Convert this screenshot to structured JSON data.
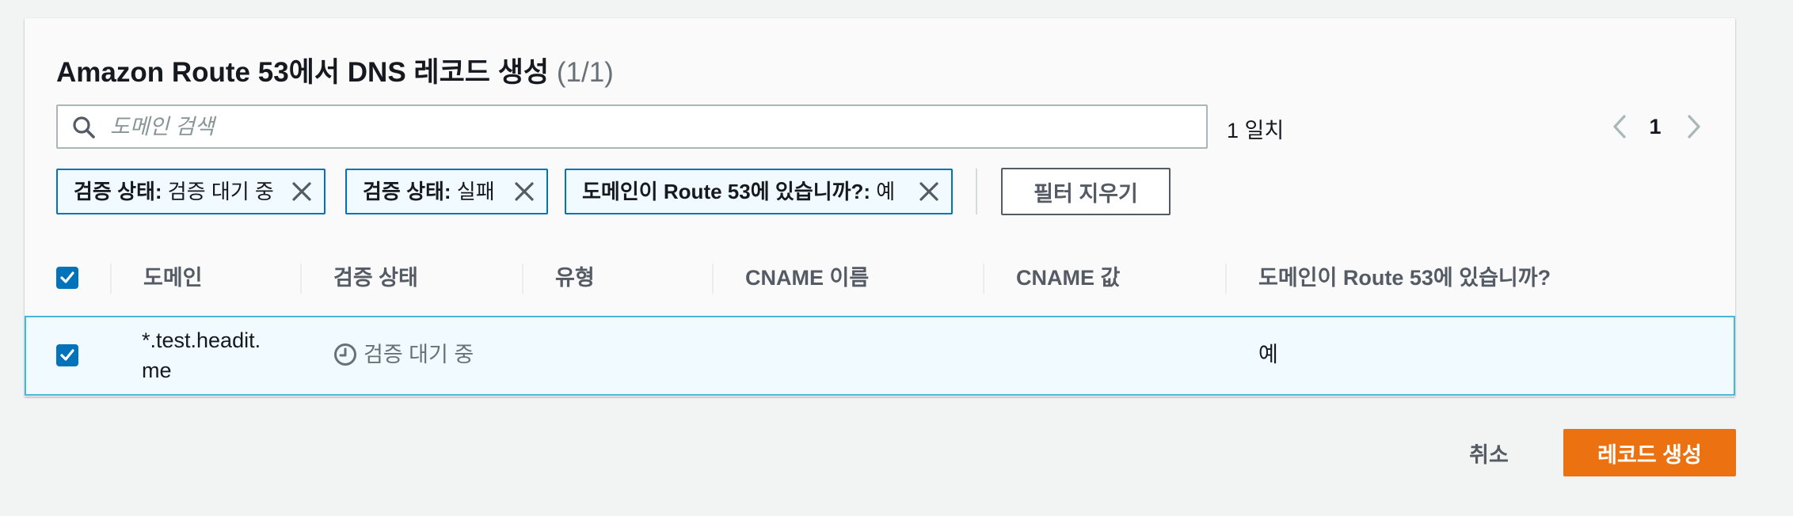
{
  "header": {
    "title": "Amazon Route 53에서 DNS 레코드 생성",
    "count": "(1/1)"
  },
  "search": {
    "placeholder": "도메인 검색",
    "value": ""
  },
  "match_count": "1 일치",
  "pagination": {
    "current_page": "1"
  },
  "filter_tokens": [
    {
      "key": "검증 상태:",
      "value": " 검증 대기 중"
    },
    {
      "key": "검증 상태:",
      "value": " 실패"
    },
    {
      "key": "도메인이 Route 53에 있습니까?:",
      "value": " 예"
    }
  ],
  "clear_filters_label": "필터 지우기",
  "table": {
    "columns": [
      "도메인",
      "검증 상태",
      "유형",
      "CNAME 이름",
      "CNAME 값",
      "도메인이 Route 53에 있습니까?"
    ],
    "rows": [
      {
        "domain": "*.test.headit.me",
        "status": "검증 대기 중",
        "type": "",
        "cname_name": "",
        "cname_value": "",
        "in_route53": "예",
        "selected": true
      }
    ]
  },
  "footer": {
    "cancel_label": "취소",
    "create_label": "레코드 생성"
  },
  "colors": {
    "primary": "#ec7211",
    "selected_border": "#44b9d6",
    "token_border": "#0073bb"
  }
}
